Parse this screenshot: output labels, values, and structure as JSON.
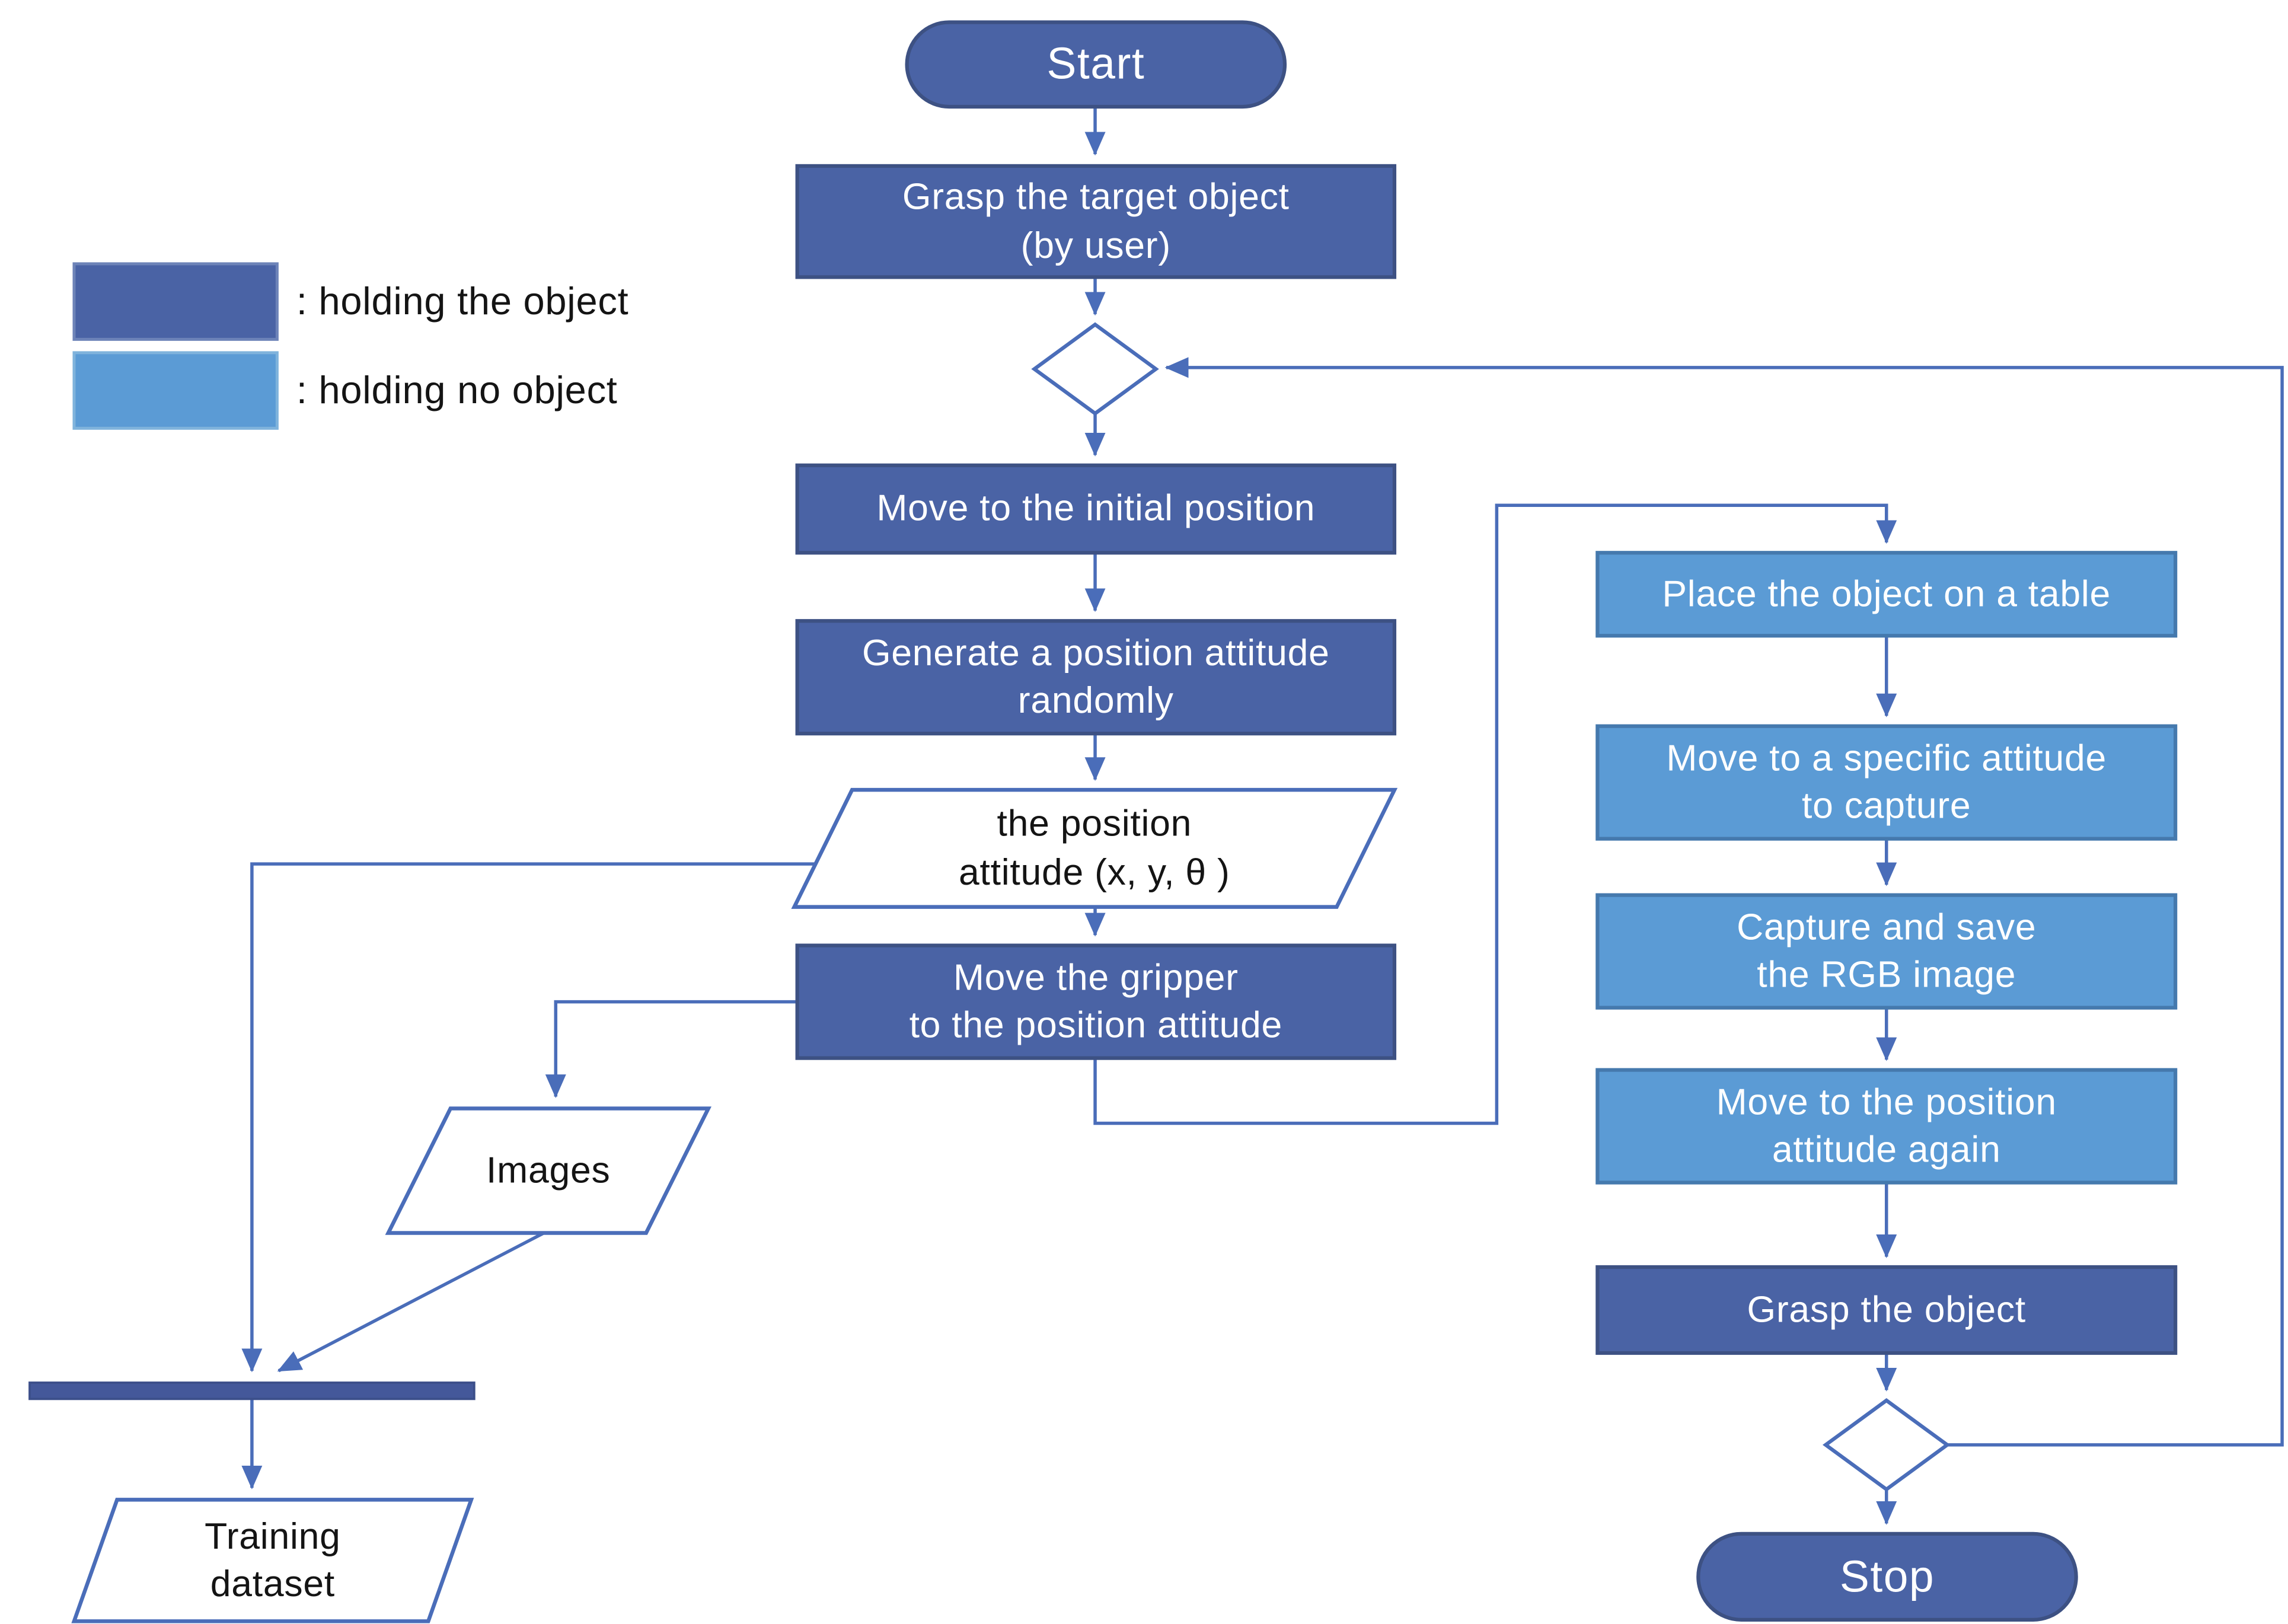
{
  "legend": {
    "items": [
      {
        "label": ": holding the object",
        "color": "#4a63a5"
      },
      {
        "label": ": holding no object",
        "color": "#5b9bd5"
      }
    ]
  },
  "nodes": {
    "start": "Start",
    "grasp_target": "Grasp the target object\n(by user)",
    "move_initial": "Move to the initial position",
    "generate_random": "Generate a position attitude\nrandomly",
    "position_attitude": "the position\nattitude (x, y, θ )",
    "move_gripper": "Move the gripper\nto the position attitude",
    "images": "Images",
    "training_dataset": "Training\ndataset",
    "place_object": "Place the object on a table",
    "move_specific": "Move to a specific attitude\nto capture",
    "capture_save": "Capture and save\nthe RGB image",
    "move_position_again": "Move to the position\nattitude again",
    "grasp_object": "Grasp the object",
    "stop": "Stop"
  },
  "colors": {
    "holding_object_fill": "#4a63a5",
    "holding_object_stroke": "#3d5183",
    "holding_no_object_fill": "#5b9bd5",
    "holding_no_object_stroke": "#4579ad",
    "connector": "#4a6db9",
    "merge_bar": "#44589a"
  }
}
